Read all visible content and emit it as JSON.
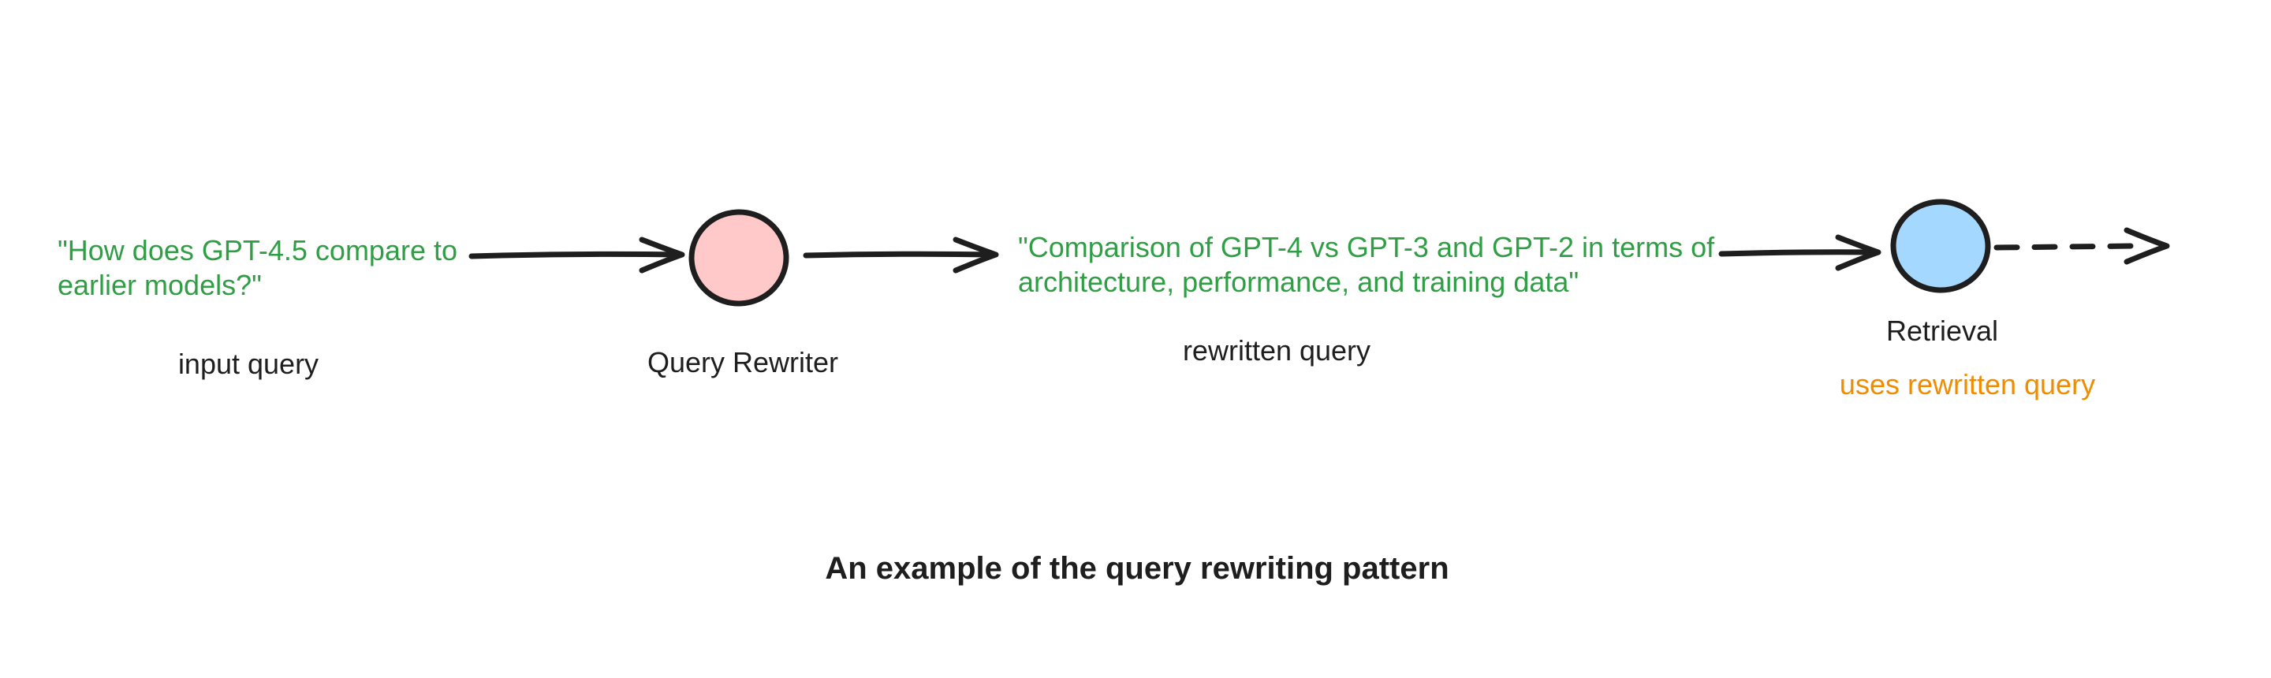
{
  "colors": {
    "green": "#2f9e44",
    "orange": "#f08c00",
    "ink": "#1e1e1e",
    "pink_fill": "#ffc9c9",
    "blue_fill": "#a5d8ff",
    "background": "#ffffff"
  },
  "flow": {
    "input_query": {
      "text": "\"How does GPT-4.5 compare to\nearlier models?\"",
      "label": "input query"
    },
    "rewriter": {
      "label": "Query Rewriter"
    },
    "rewritten_query": {
      "text": "\"Comparison of GPT-4 vs GPT-3 and GPT-2 in terms of\narchitecture, performance, and training data\"",
      "label": "rewritten query"
    },
    "retrieval": {
      "label": "Retrieval",
      "note": "uses rewritten query"
    }
  },
  "caption": "An example of the query rewriting pattern"
}
